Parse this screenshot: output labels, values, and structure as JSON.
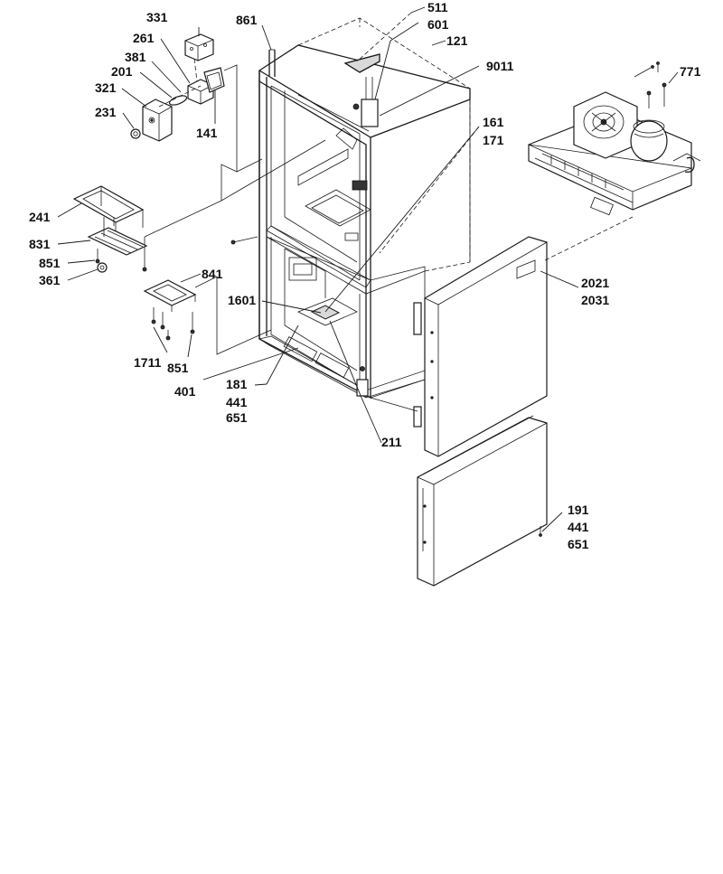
{
  "diagram": {
    "labels": {
      "p331": "331",
      "p861": "861",
      "p511": "511",
      "p601": "601",
      "p121": "121",
      "p261": "261",
      "p381": "381",
      "p201": "201",
      "p321": "321",
      "p231": "231",
      "p141": "141",
      "p9011": "9011",
      "p771": "771",
      "p161": "161",
      "p171": "171",
      "p241": "241",
      "p831": "831",
      "p851a": "851",
      "p361": "361",
      "p841": "841",
      "p2021": "2021",
      "p2031": "2031",
      "p1601": "1601",
      "p1711": "1711",
      "p851b": "851",
      "p401": "401",
      "p181": "181",
      "p441a": "441",
      "p651a": "651",
      "p211": "211",
      "p191": "191",
      "p441b": "441",
      "p651b": "651"
    }
  }
}
